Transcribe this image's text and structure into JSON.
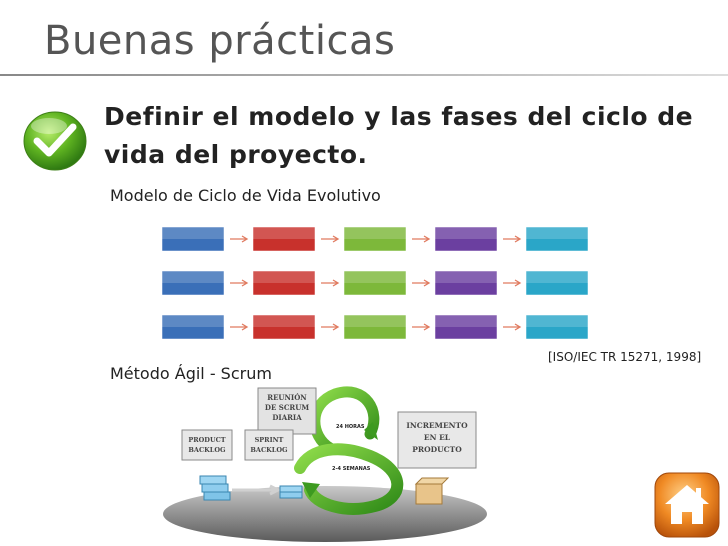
{
  "slide": {
    "title": "Buenas prácticas",
    "bullet": "Definir el modelo y las fases del ciclo de vida del proyecto.",
    "subtitle_evolutivo": "Modelo de Ciclo de Vida Evolutivo",
    "subtitle_scrum": "Método Ágil - Scrum",
    "citation": "[ISO/IEC TR 15271, 1998]"
  },
  "evolutivo_diagram": {
    "phase_colors": [
      "#3a6fb8",
      "#c8312c",
      "#7db83a",
      "#6b3fa0",
      "#2aa6c8"
    ],
    "arrow_color": "#e07a5f"
  },
  "scrum_diagram": {
    "product_backlog": "PRODUCT\nBACKLOG",
    "sprint_backlog": "SPRINT\nBACKLOG",
    "daily_meeting": "REUNIÓN\nDE SCRUM\nDIARIA",
    "increment": "INCREMENTO\nEN EL\nPRODUCTO",
    "hours_label": "24 HORAS",
    "weeks_label": "2-4 SEMANAS"
  },
  "icons": [
    "checkmark-icon",
    "home-icon"
  ]
}
